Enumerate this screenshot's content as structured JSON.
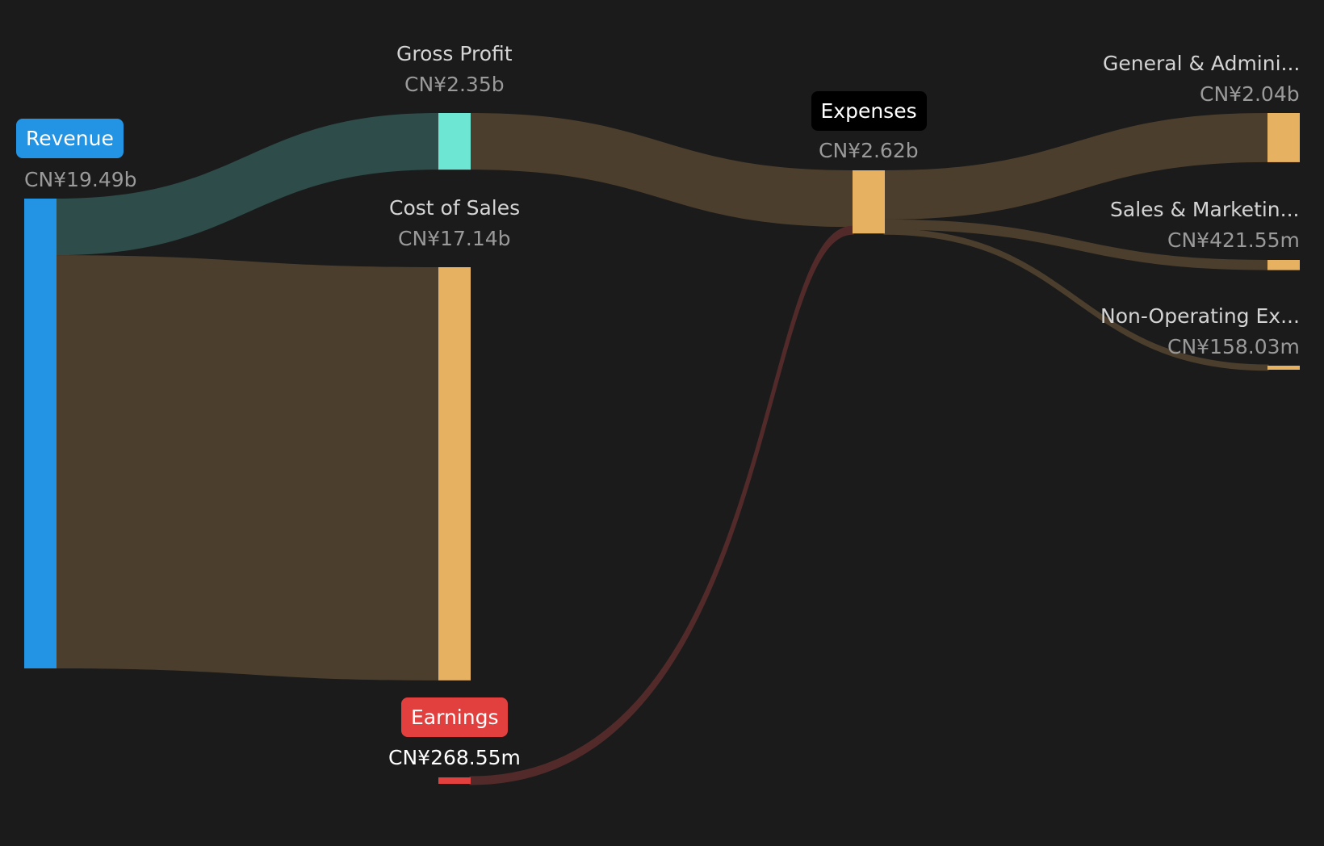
{
  "chart_data": {
    "type": "sankey",
    "currency_prefix": "CN¥",
    "nodes": [
      {
        "id": "revenue",
        "name": "Revenue",
        "value_label": "CN¥19.49b",
        "value": 19.49,
        "color": "#2394e3",
        "style": "pill"
      },
      {
        "id": "gross_profit",
        "name": "Gross Profit",
        "value_label": "CN¥2.35b",
        "value": 2.35,
        "color": "#6ee6d4",
        "style": "plain"
      },
      {
        "id": "cost_of_sales",
        "name": "Cost of Sales",
        "value_label": "CN¥17.14b",
        "value": 17.14,
        "color": "#e6b160",
        "style": "plain"
      },
      {
        "id": "earnings",
        "name": "Earnings",
        "value_label": "CN¥268.55m",
        "value": 0.26855,
        "color": "#e2403f",
        "style": "pill"
      },
      {
        "id": "expenses",
        "name": "Expenses",
        "value_label": "CN¥2.62b",
        "value": 2.62,
        "color": "#e6b160",
        "style": "pill-dark"
      },
      {
        "id": "g_and_a",
        "name": "General & Admini...",
        "value_label": "CN¥2.04b",
        "value": 2.04,
        "color": "#e6b160",
        "style": "plain"
      },
      {
        "id": "sales_marketing",
        "name": "Sales & Marketin...",
        "value_label": "CN¥421.55m",
        "value": 0.42155,
        "color": "#e6b160",
        "style": "plain"
      },
      {
        "id": "non_operating",
        "name": "Non-Operating Ex...",
        "value_label": "CN¥158.03m",
        "value": 0.15803,
        "color": "#e6b160",
        "style": "plain"
      }
    ],
    "links": [
      {
        "source": "revenue",
        "target": "gross_profit",
        "value": 2.35,
        "color": "#2e4c49"
      },
      {
        "source": "revenue",
        "target": "cost_of_sales",
        "value": 17.14,
        "color": "#4c3e2d"
      },
      {
        "source": "gross_profit",
        "target": "expenses",
        "value": 2.35,
        "color": "#4c3e2d"
      },
      {
        "source": "earnings",
        "target": "expenses",
        "value": 0.26855,
        "color": "#522a2a"
      },
      {
        "source": "expenses",
        "target": "g_and_a",
        "value": 2.04,
        "color": "#4c3e2d"
      },
      {
        "source": "expenses",
        "target": "sales_marketing",
        "value": 0.42155,
        "color": "#4c3e2d"
      },
      {
        "source": "expenses",
        "target": "non_operating",
        "value": 0.15803,
        "color": "#4c3e2d"
      }
    ],
    "colors": {
      "background": "#1b1b1b",
      "pill_dark": "#000000"
    }
  }
}
